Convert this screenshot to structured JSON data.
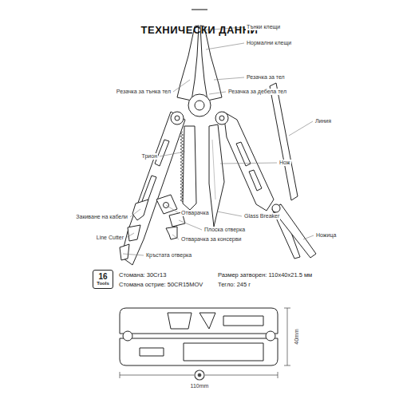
{
  "diagram": {
    "title": "ТЕХНИЧЕСКИ ДАННИ",
    "nodes": [
      {
        "text": [
          "16",
          "Tools"
        ]
      }
    ],
    "labels": [
      "Тънки клещи",
      "Нормални клещи",
      "Резачка за тънка тел",
      "Резачка за тел",
      "Резачка за дебела тел",
      "Линия",
      "Трион",
      "Нож",
      "Отварачка",
      "Glass Breaker",
      "Закиване на кабели",
      "Плоска отверка",
      "Ножица",
      "Line Cutter",
      "Отварачка за консерви",
      "Кръстата отверка",
      "Стомана: 30Cr13",
      "Стомана острие: 50CR15MOV",
      "Размер затворен: 110x40x21.5 мм",
      "Тегло: 245 г",
      "40mm",
      "110mm"
    ]
  }
}
